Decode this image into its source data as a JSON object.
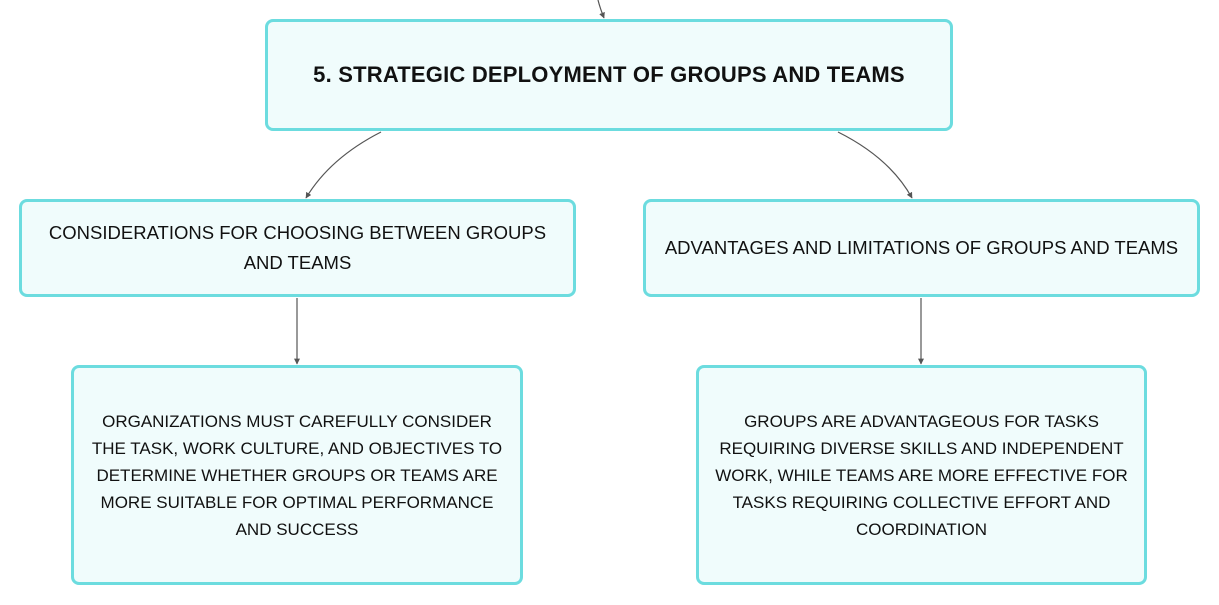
{
  "diagram": {
    "root": {
      "label": "5. STRATEGIC DEPLOYMENT OF GROUPS AND TEAMS"
    },
    "branches": [
      {
        "label": "CONSIDERATIONS FOR CHOOSING BETWEEN GROUPS AND TEAMS",
        "detail": "ORGANIZATIONS MUST CAREFULLY CONSIDER THE TASK, WORK CULTURE, AND OBJECTIVES TO DETERMINE WHETHER GROUPS OR TEAMS ARE MORE SUITABLE FOR OPTIMAL PERFORMANCE AND SUCCESS"
      },
      {
        "label": "ADVANTAGES AND LIMITATIONS OF GROUPS AND TEAMS",
        "detail": "GROUPS ARE ADVANTAGEOUS FOR TASKS REQUIRING DIVERSE SKILLS AND INDEPENDENT WORK, WHILE TEAMS ARE MORE EFFECTIVE FOR TASKS REQUIRING COLLECTIVE EFFORT AND COORDINATION"
      }
    ],
    "colors": {
      "node_fill": "#f0fcfc",
      "node_border": "#6cdcdf",
      "connector": "#555555",
      "text": "#111111"
    }
  }
}
